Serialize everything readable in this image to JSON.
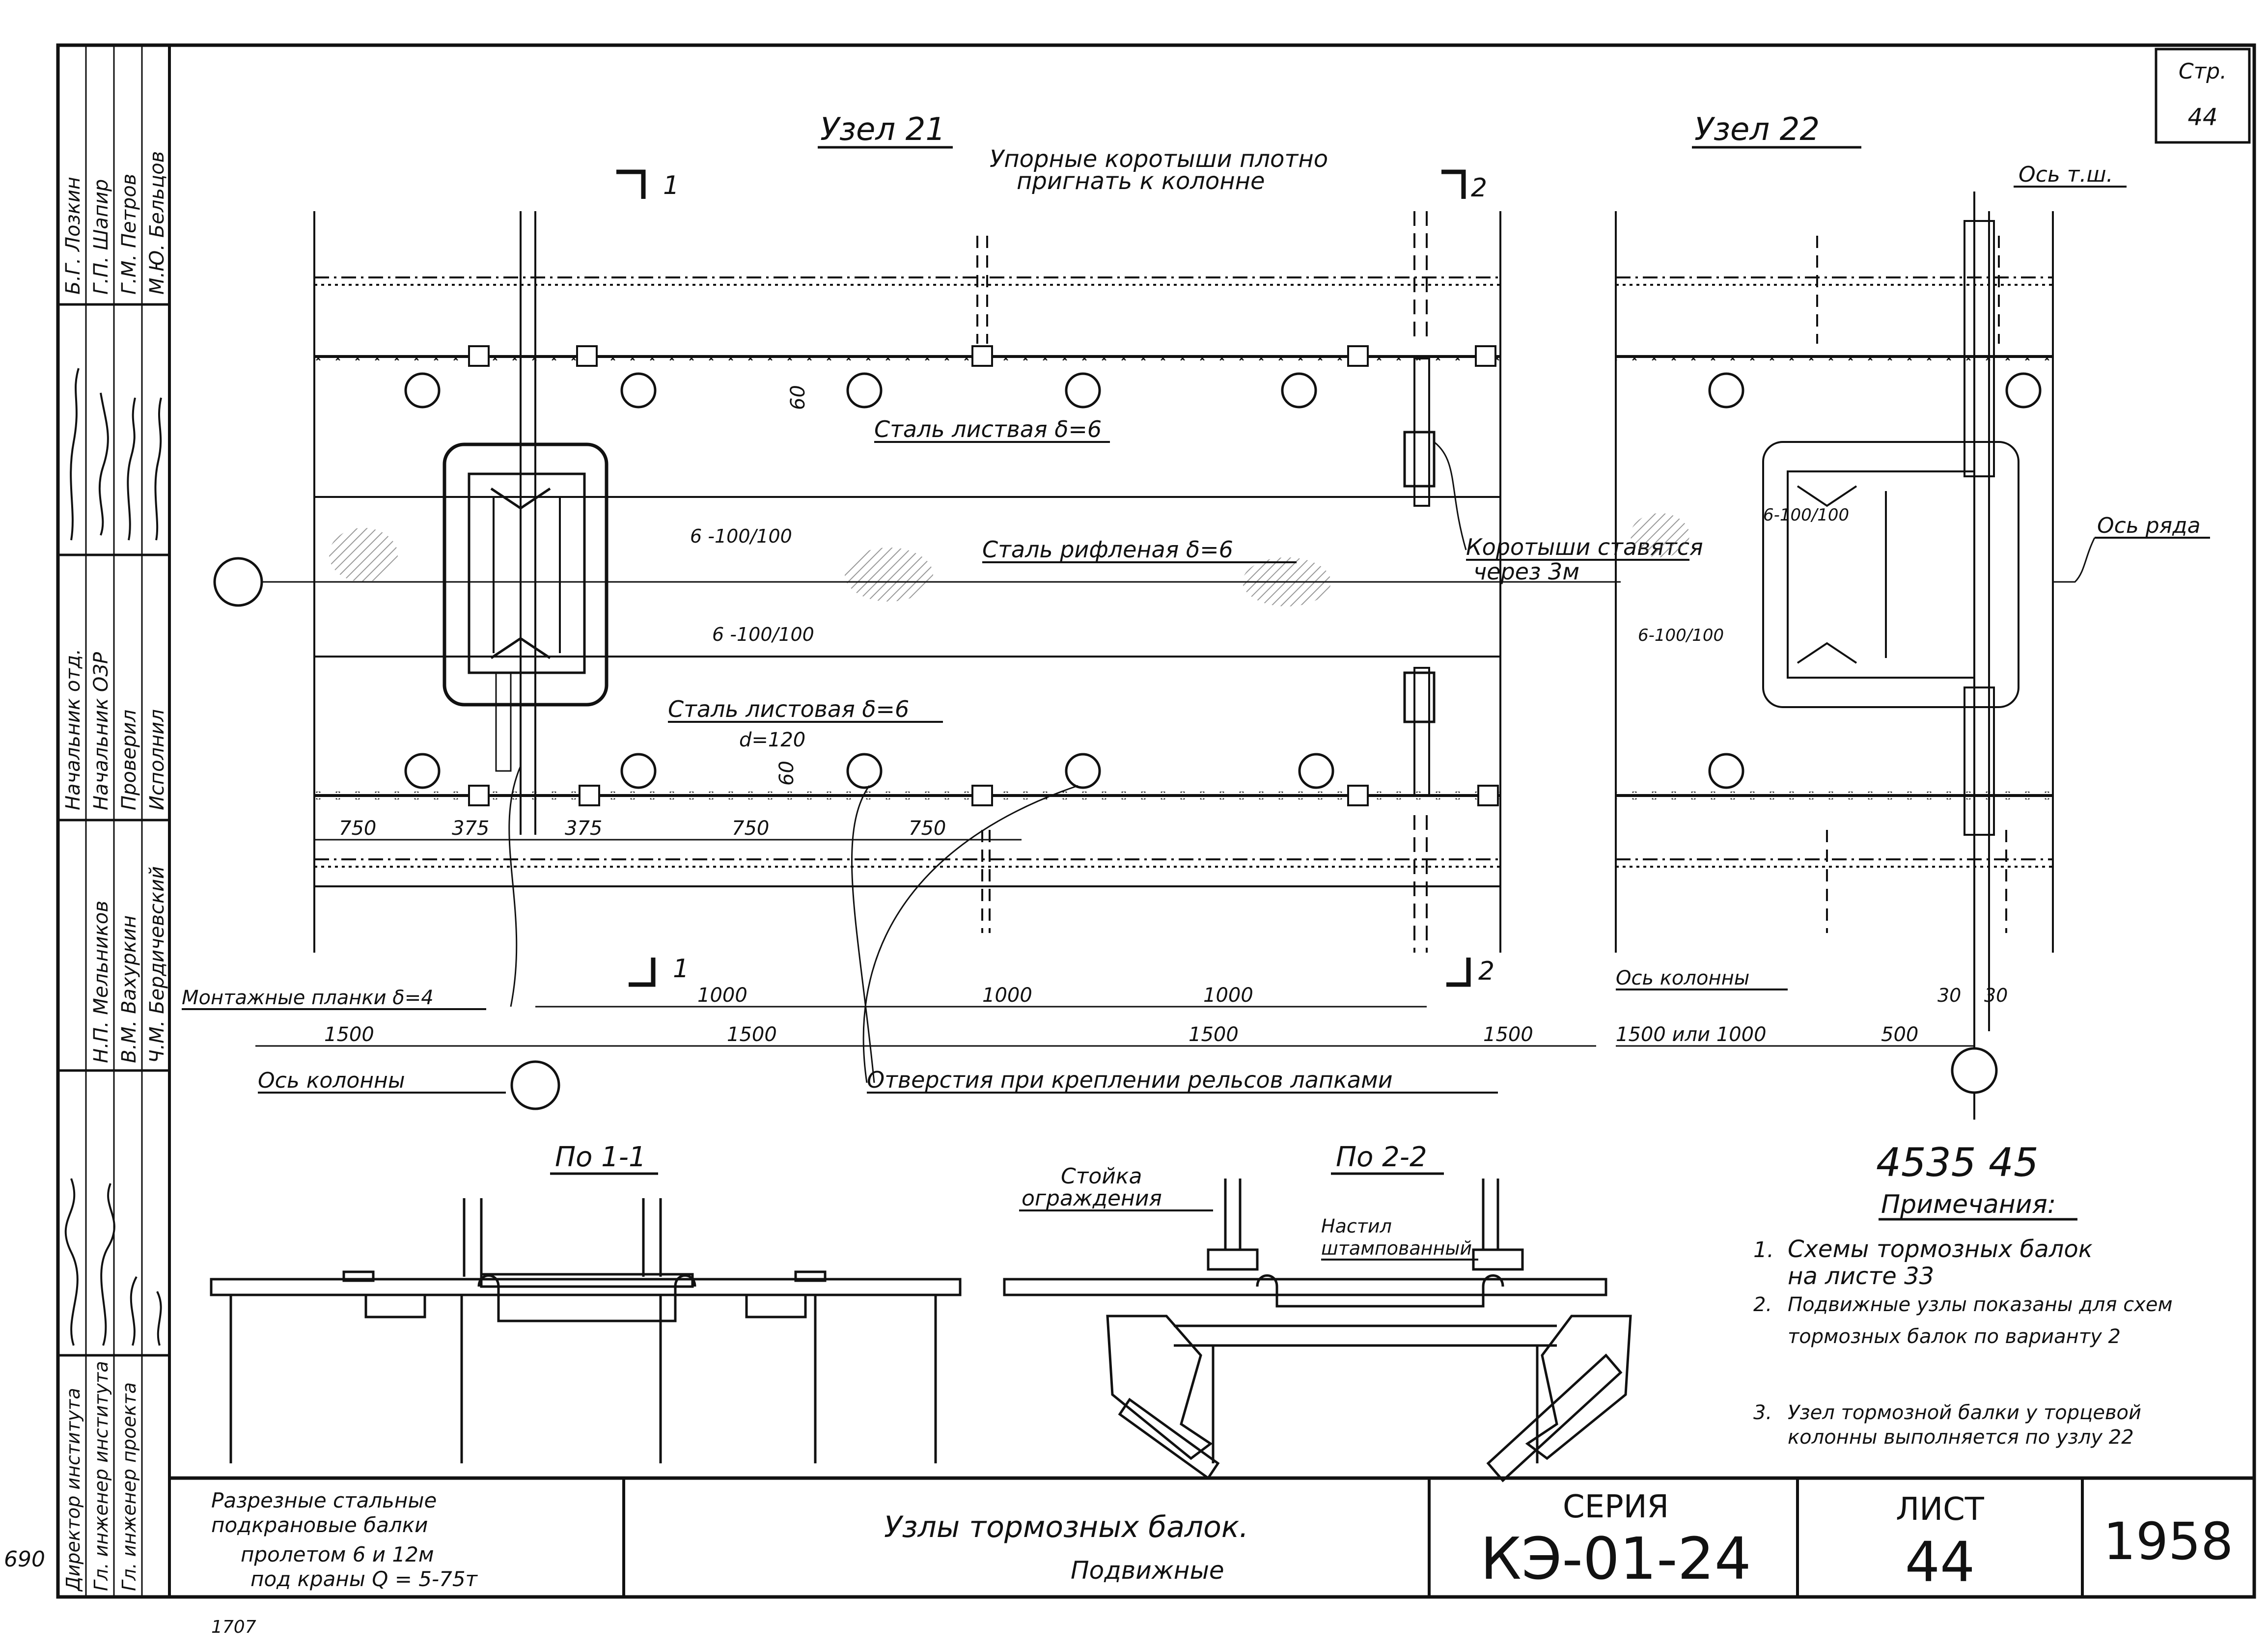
{
  "sheet": {
    "page_label": "Стр.",
    "page_number": "44",
    "margin_left_number": "690",
    "margin_bottom_number": "1707",
    "archive_number": "4535 45"
  },
  "uzel21": {
    "title": "Узел 21",
    "note_stops_1": "Упорные коротыши плотно",
    "note_stops_2": "пригнать к колонне",
    "cut1_label": "1",
    "cut2_label": "2",
    "sheet_steel_upper": "Сталь листвая δ=6",
    "checker_plate": "Сталь рифленая δ=6",
    "sheet_steel_lower": "Сталь листовая δ=6",
    "weld_1": "6 -100/100",
    "weld_2": "6 -100/100",
    "dim_60_a": "60",
    "dim_60_b": "60",
    "hole_d": "d=120",
    "short_pieces_1": "Коротыши ставятся",
    "short_pieces_2": "через 3м",
    "dims_bottom_row": [
      "750",
      "375",
      "375",
      "750",
      "750"
    ],
    "mounting_plates": "Монтажные планки δ=4",
    "dims_1000": [
      "1000",
      "1000",
      "1000"
    ],
    "dims_1500": [
      "1500",
      "1500",
      "1500",
      "1500"
    ],
    "column_axis": "Ось колонны",
    "holes_note": "Отверстия при креплении рельсов лапками"
  },
  "uzel22": {
    "title": "Узел 22",
    "axis_tsh": "Ось т.ш.",
    "row_axis": "Ось ряда",
    "weld_1": "6-100/100",
    "weld_2": "6-100/100",
    "column_axis": "Ось колонны",
    "dim_span": "1500 или 1000",
    "dim_500": "500",
    "dim_30a": "30",
    "dim_30b": "30"
  },
  "section_1_1": {
    "title": "По 1-1"
  },
  "section_2_2": {
    "title": "По 2-2",
    "post_1": "Стойка",
    "post_2": "ограждения",
    "deck_1": "Настил",
    "deck_2": "штампованный"
  },
  "notes": {
    "heading": "Примечания:",
    "items": [
      {
        "num": "1.",
        "line1": "Схемы тормозных балок",
        "line2": "на листе 33"
      },
      {
        "num": "2.",
        "line1": "Подвижные узлы показаны для схем",
        "line2": "тормозных балок по варианту 2"
      },
      {
        "num": "3.",
        "line1": "Узел тормозной балки у торцевой",
        "line2": "колонны выполняется по узлу 22"
      }
    ]
  },
  "side_stamp": {
    "names": [
      "Б.Г. Лозкин",
      "Г.П. Шапир",
      "Г.М. Петров",
      "М.Ю. Бельцов"
    ],
    "roles": [
      "Начальник отд.",
      "Начальник ОЗР",
      "Проверил",
      "Исполнил"
    ],
    "names2": [
      "Н.П. Мельников",
      "В.М. Вахуркин",
      "Ч.М. Бердичевский"
    ],
    "roles2": [
      "Директор института",
      "Гл. инженер института",
      "Гл. инженер проекта"
    ]
  },
  "title_block": {
    "description_1": "Разрезные стальные",
    "description_2": "подкрановые балки",
    "description_3": "пролетом 6 и 12м",
    "description_4": "под краны Q = 5-75т",
    "drawing_title_1": "Узлы тормозных балок.",
    "drawing_title_2": "Подвижные",
    "series_label": "СЕРИЯ",
    "series_value": "КЭ-01-24",
    "sheet_label": "ЛИСТ",
    "sheet_value": "44",
    "year": "1958"
  }
}
